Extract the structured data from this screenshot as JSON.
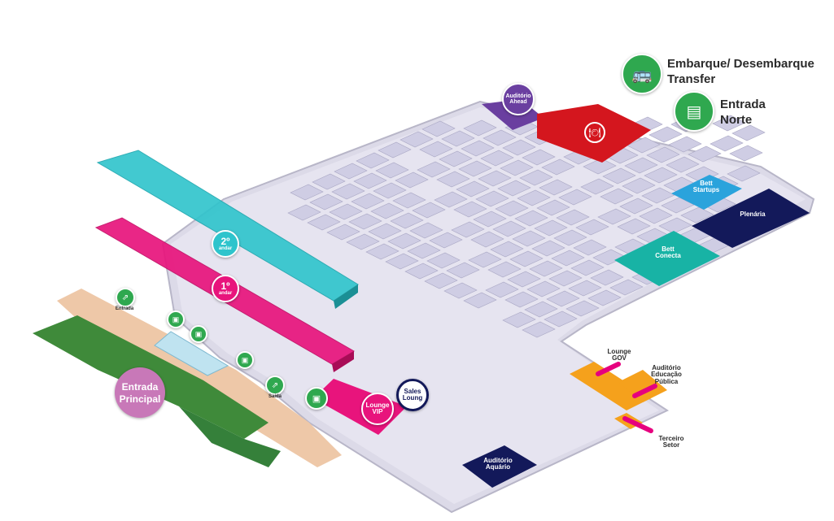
{
  "legend": {
    "transfer_label_line1": "Embarque/ Desembarque",
    "transfer_label_line2": "Transfer",
    "north_entrance_line1": "Entrada",
    "north_entrance_line2": "Norte"
  },
  "zones": {
    "auditorio_ahead_line1": "Auditório",
    "auditorio_ahead_line2": "Ahead",
    "bett_startups_line1": "Bett",
    "bett_startups_line2": "Startups",
    "plenaria": "Plenária",
    "bett_conecta_line1": "Bett",
    "bett_conecta_line2": "Conecta",
    "lounge_vip_line1": "Lounge",
    "lounge_vip_line2": "VIP",
    "sales_lounge_line1": "Sales",
    "sales_lounge_line2": "Loung",
    "auditorio_aquario_line1": "Auditório",
    "auditorio_aquario_line2": "Aquário",
    "lounge_gov_line1": "Lounge",
    "lounge_gov_line2": "GOV",
    "auditorio_educacao_line1": "Auditório",
    "auditorio_educacao_line2": "Educação",
    "auditorio_educacao_line3": "Pública",
    "terceiro_setor_line1": "Terceiro",
    "terceiro_setor_line2": "Setor"
  },
  "floors": {
    "second_number": "2º",
    "second_word": "andar",
    "first_number": "1º",
    "first_word": "andar"
  },
  "entrances": {
    "main_line1": "Entrada",
    "main_line2": "Principal",
    "entrada_small": "Entrada",
    "saida_small": "Saída"
  },
  "colors": {
    "floor": "#e3e1ee",
    "booth": "#c9c7df",
    "teal_mezzanine": "#2ec4cc",
    "pink_mezzanine": "#e8147c",
    "red_restaurant": "#d4161e",
    "purple_ahead": "#6a3fa0",
    "blue_startups": "#2aa3dc",
    "navy": "#13195a",
    "teal_conecta": "#18b3a5",
    "orange_gov": "#f5a11c",
    "magenta_marker": "#e6007e",
    "green_icon": "#2fa84f",
    "main_entrance": "#c878b8"
  },
  "icons": [
    "bus-pin-icon",
    "id-badge-icon",
    "restaurant-icon",
    "escalator-icon"
  ]
}
